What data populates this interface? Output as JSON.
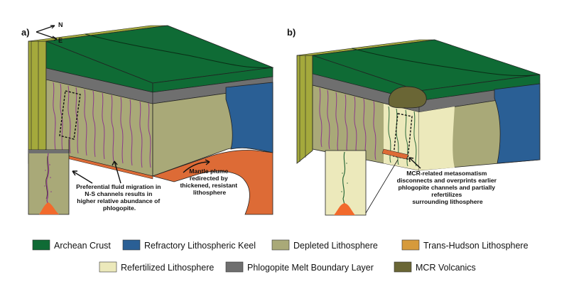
{
  "panels": {
    "a": "a)",
    "b": "b)"
  },
  "compass": {
    "north": "N",
    "east": "E"
  },
  "annotations": {
    "a_fluid": [
      "Preferential fluid migration in",
      "N-S channels results in",
      "higher relative abundance of",
      "phlogopite."
    ],
    "a_plume": [
      "Mantle plume",
      "redirected by",
      "thickened, resistant",
      "lithosphere"
    ],
    "b_mcr": [
      "MCR-related metasomatism",
      "disconnects and overprints earlier",
      "phlogopite channels and partially",
      "refertilizes",
      "surrounding lithosphere"
    ]
  },
  "legend": {
    "row1": [
      {
        "label": "Archean Crust",
        "color": "#0f6b35"
      },
      {
        "label": "Refractory Lithospheric Keel",
        "color": "#2a5f95"
      },
      {
        "label": "Depleted Lithosphere",
        "color": "#a9a978"
      },
      {
        "label": "Trans-Hudson Lithosphere",
        "color": "#d69a3c"
      }
    ],
    "row2": [
      {
        "label": "Refertilized Lithosphere",
        "color": "#ece9bb"
      },
      {
        "label": "Phlogopite Melt Boundary Layer",
        "color": "#6f6f6f"
      },
      {
        "label": "MCR Volcanics",
        "color": "#6a6635"
      }
    ]
  },
  "colors": {
    "crust": "#0f6b35",
    "keel": "#2a5f95",
    "depleted": "#a9a978",
    "refertilized": "#ece9bb",
    "phlogopite": "#6f6f6f",
    "mcr": "#6a6635",
    "plume": "#dd6b36",
    "olive_wall": "#a4a93c",
    "channel": "#8b3b8b"
  }
}
